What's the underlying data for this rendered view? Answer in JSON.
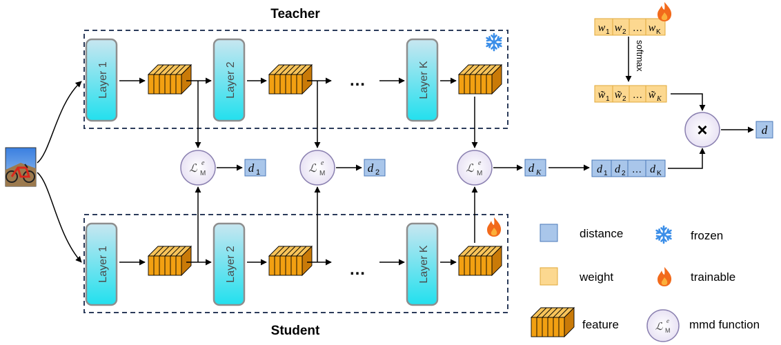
{
  "teacher": {
    "title": "Teacher",
    "layers": [
      "Layer 1",
      "Layer 2",
      "Layer K"
    ],
    "ellipsis": "…",
    "status_icon": "snowflake-icon"
  },
  "student": {
    "title": "Student",
    "layers": [
      "Layer 1",
      "Layer 2",
      "Layer K"
    ],
    "ellipsis": "…",
    "status_icon": "flame-icon"
  },
  "input_image": "bicycle-photo",
  "mmd_nodes": {
    "symbol": "ℒ",
    "superscript": "e",
    "subscript": "M"
  },
  "distances": [
    {
      "base": "d",
      "sub": "1"
    },
    {
      "base": "d",
      "sub": "2"
    },
    {
      "base": "d",
      "sub": "K"
    }
  ],
  "distance_vector": [
    {
      "base": "d",
      "sub": "1"
    },
    {
      "base": "d",
      "sub": "2"
    },
    {
      "base": "…",
      "sub": ""
    },
    {
      "base": "d",
      "sub": "K"
    }
  ],
  "weight_vector": [
    {
      "base": "w",
      "sub": "1"
    },
    {
      "base": "w",
      "sub": "2"
    },
    {
      "base": "…",
      "sub": ""
    },
    {
      "base": "w",
      "sub": "K"
    }
  ],
  "normalized_weights": [
    {
      "base": "w̃",
      "sub": "1"
    },
    {
      "base": "w̃",
      "sub": "2"
    },
    {
      "base": "…",
      "sub": ""
    },
    {
      "base": "w̃",
      "sub": "K"
    }
  ],
  "softmax_label": "softmax",
  "multiply_symbol": "×",
  "output": "d",
  "legend": {
    "distance": "distance",
    "weight": "weight",
    "feature": "feature",
    "mmd": "mmd function",
    "frozen": "frozen",
    "trainable": "trainable"
  },
  "colors": {
    "distance_fill": "#a9c6ea",
    "distance_stroke": "#4a78b8",
    "weight_fill": "#fcd890",
    "weight_stroke": "#e0a93a",
    "layer_top": "#c8e6f0",
    "layer_bottom": "#22e0ee",
    "feature": "#f2a012",
    "mmd_fill": "#ebe5f5",
    "mmd_stroke": "#8a80b0",
    "box_dash": "#2b3b5a",
    "snowflake": "#3b8ee8",
    "flame": "#f26a1b"
  }
}
